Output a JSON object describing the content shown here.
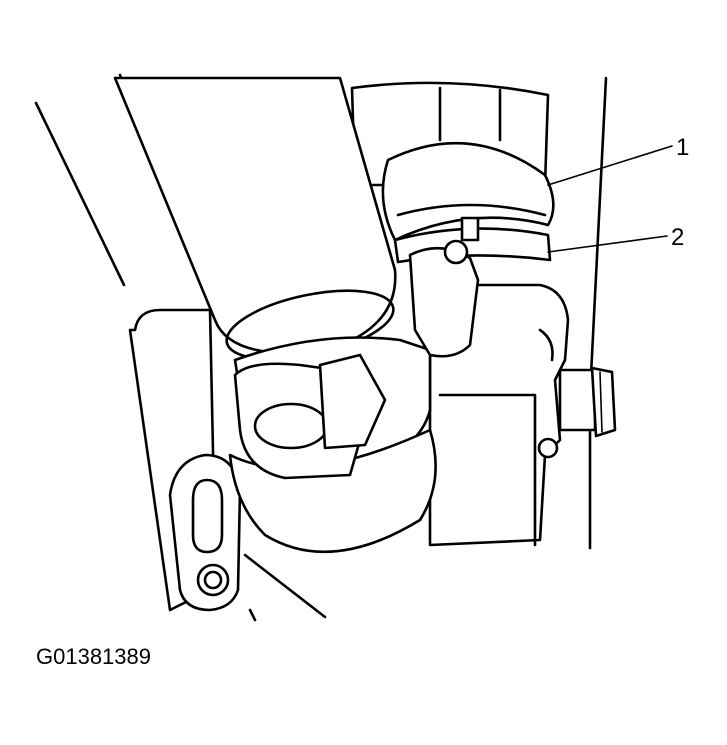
{
  "figure": {
    "id_label": "G01381389",
    "callouts": [
      {
        "number": "1"
      },
      {
        "number": "2"
      }
    ]
  }
}
